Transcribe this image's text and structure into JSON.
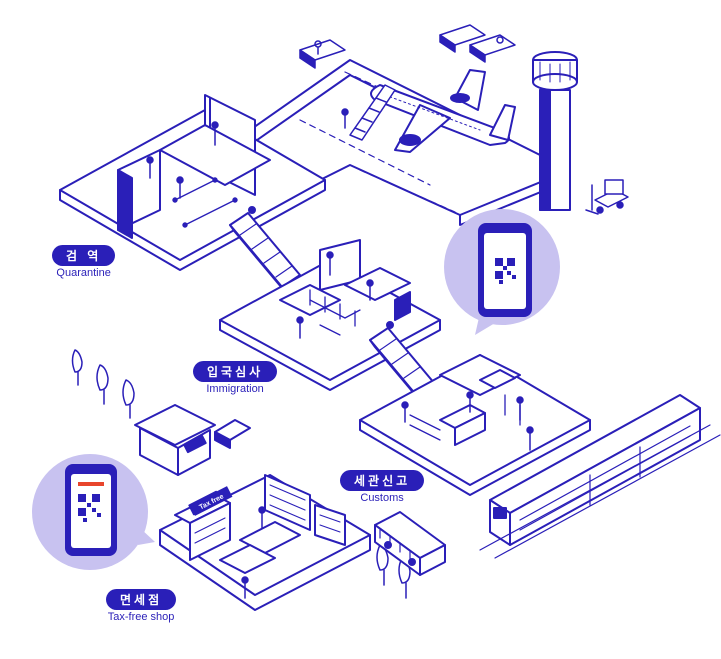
{
  "colors": {
    "ink": "#2a1fb8",
    "bubble": "#c8c2f0",
    "floor": "#ffffff",
    "accent_red": "#e8452c"
  },
  "stages": {
    "quarantine": {
      "ko": "검 역",
      "en": "Quarantine"
    },
    "immigration": {
      "ko": "입국심사",
      "en": "Immigration"
    },
    "customs": {
      "ko": "세관신고",
      "en": "Customs"
    },
    "dutyfree": {
      "ko": "면세점",
      "en": "Tax-free shop"
    }
  },
  "shop_signs": {
    "tax_free": "Tax free"
  },
  "icons": [
    "airplane-icon",
    "control-tower-icon",
    "escalator-icon",
    "smartphone-qr-icon",
    "train-icon",
    "bus-icon",
    "tree-icon",
    "forklift-icon",
    "baggage-cart-icon"
  ]
}
